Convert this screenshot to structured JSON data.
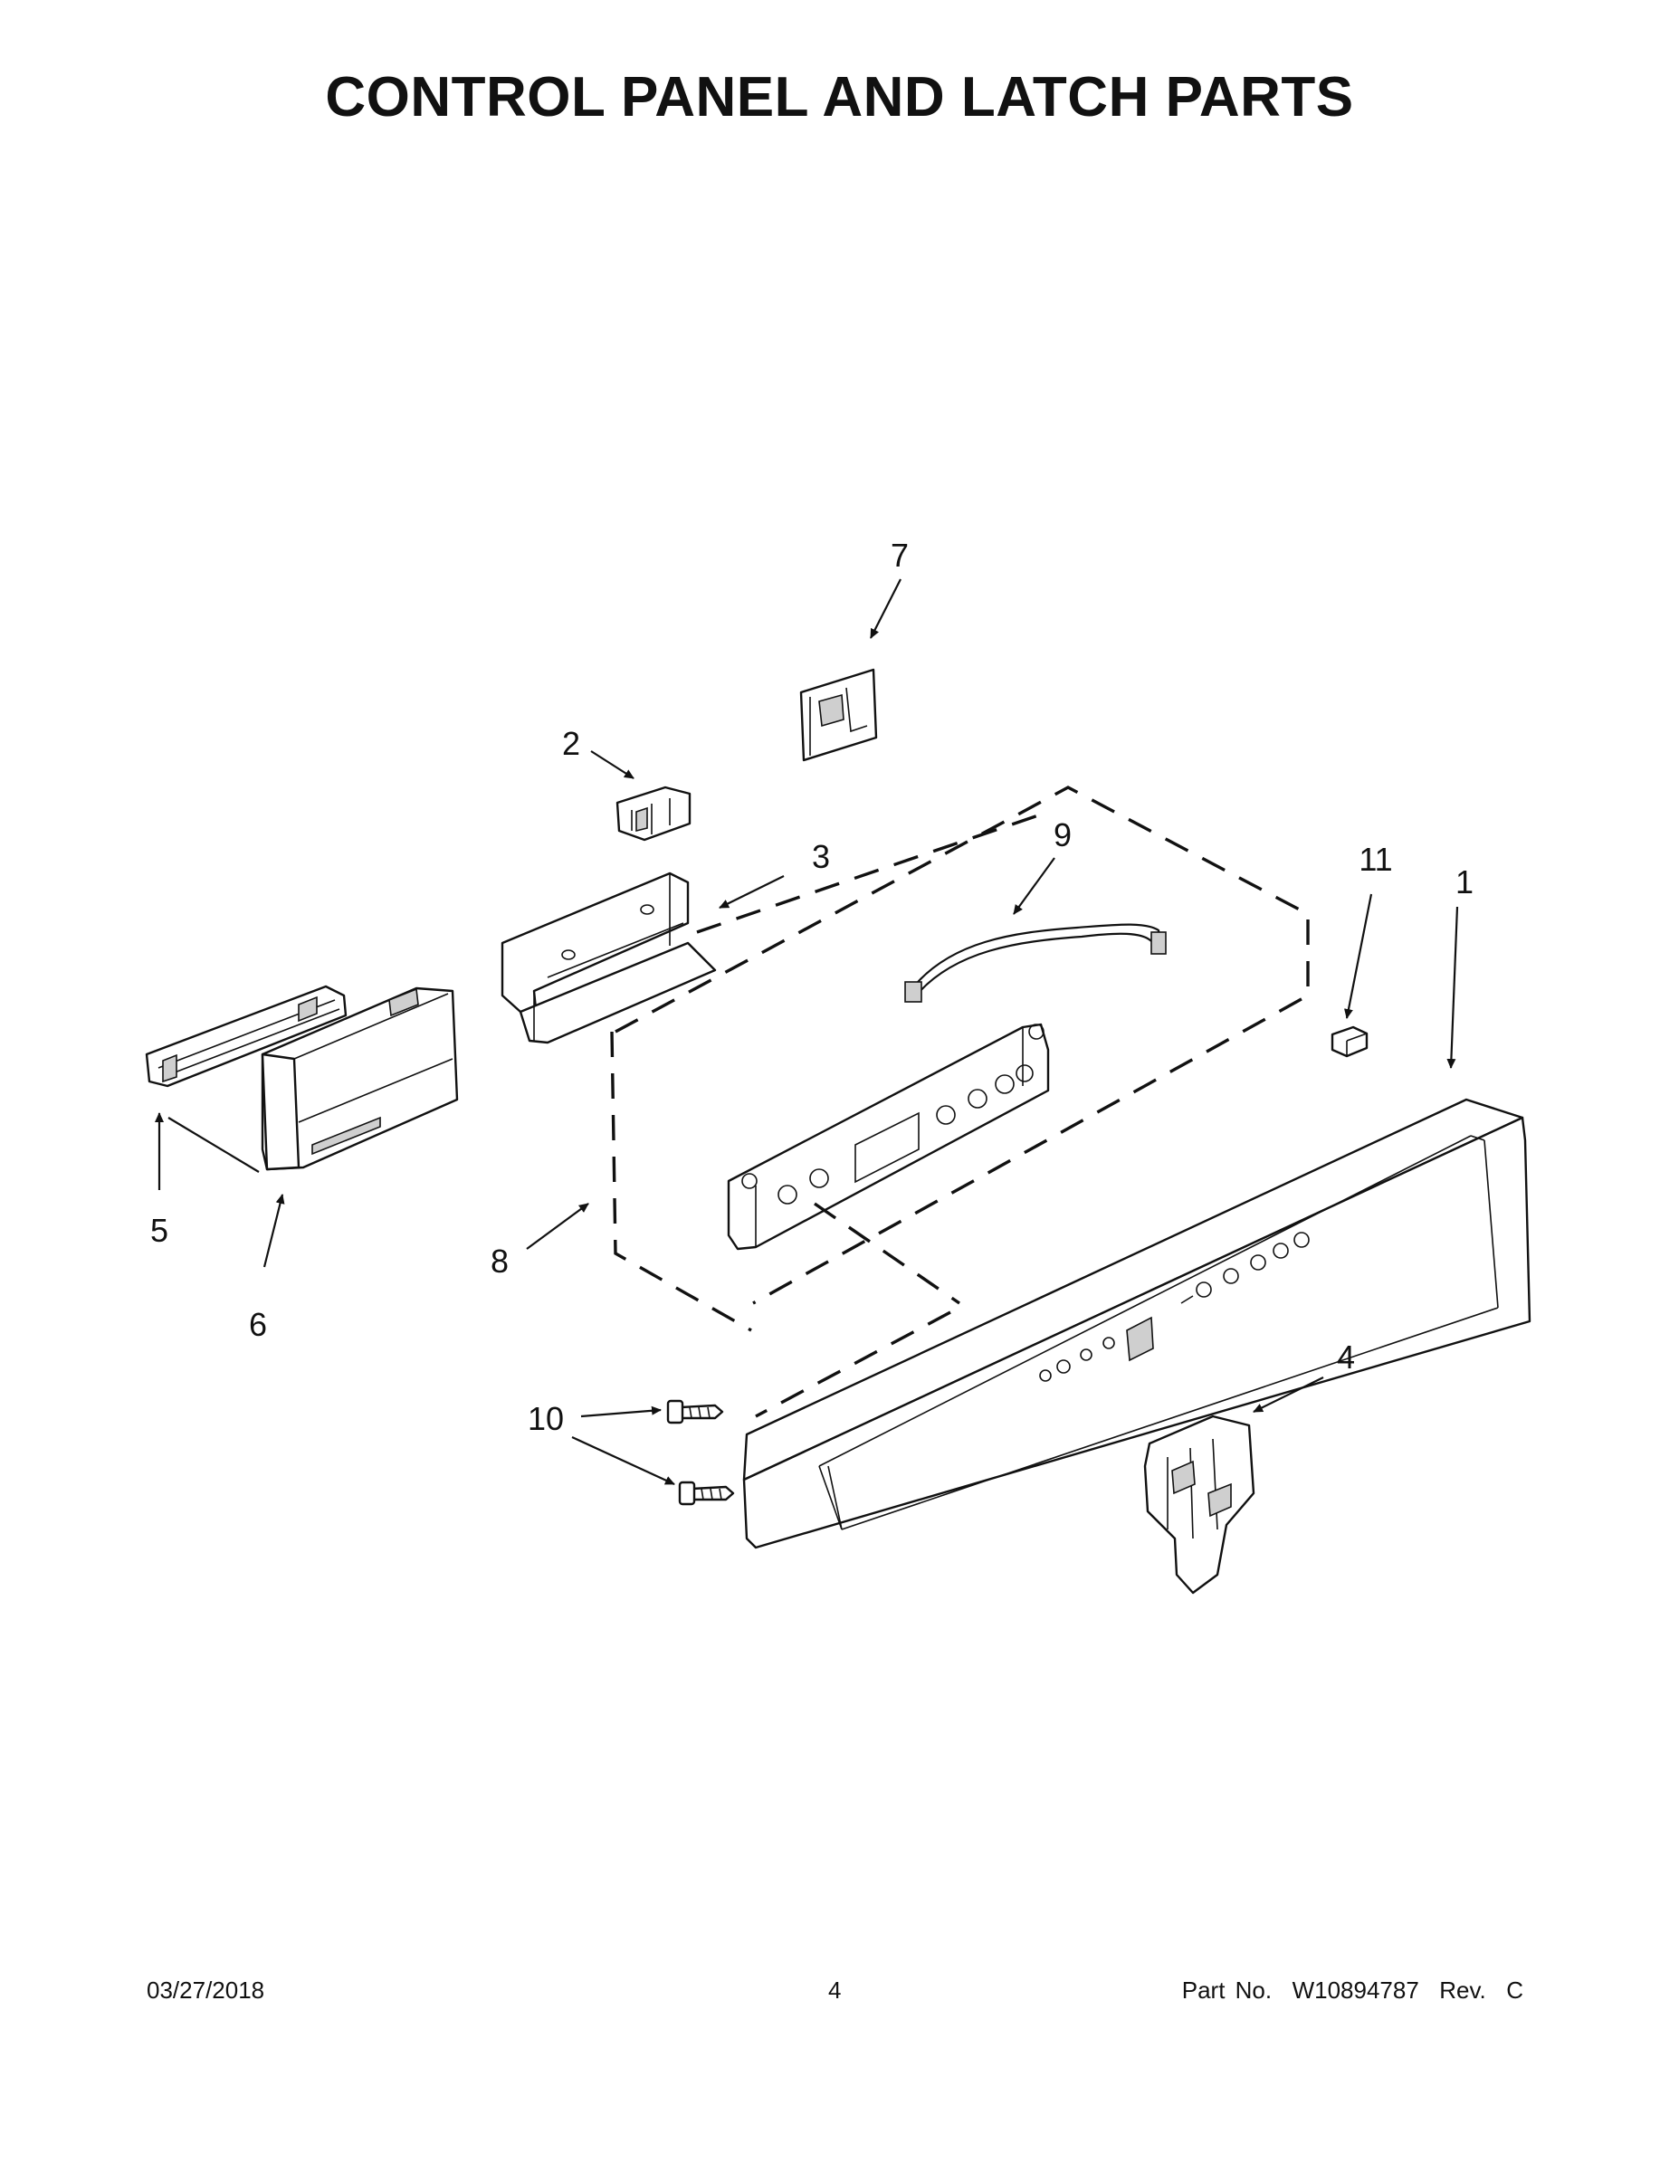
{
  "title": "CONTROL PANEL AND LATCH PARTS",
  "callouts": [
    {
      "id": "1",
      "label": "1"
    },
    {
      "id": "2",
      "label": "2"
    },
    {
      "id": "3",
      "label": "3"
    },
    {
      "id": "4",
      "label": "4"
    },
    {
      "id": "5",
      "label": "5"
    },
    {
      "id": "6",
      "label": "6"
    },
    {
      "id": "7",
      "label": "7"
    },
    {
      "id": "8",
      "label": "8"
    },
    {
      "id": "9",
      "label": "9"
    },
    {
      "id": "10",
      "label": "10"
    },
    {
      "id": "11",
      "label": "11"
    }
  ],
  "footer": {
    "date": "03/27/2018",
    "page": "4",
    "part_number": "Part No.  W10894787  Rev.  C"
  }
}
